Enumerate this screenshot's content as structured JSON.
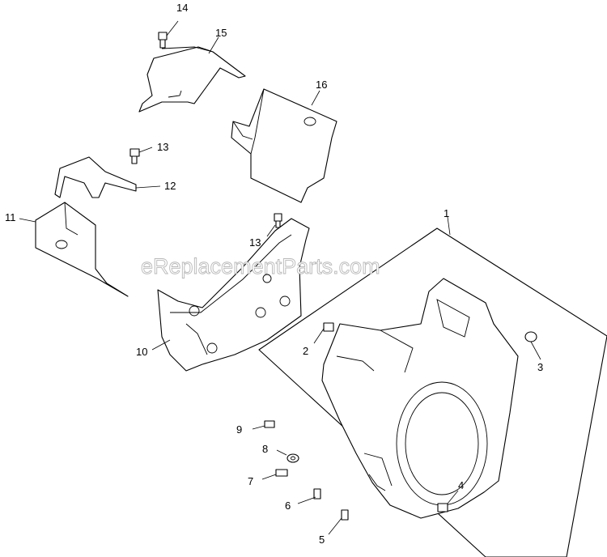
{
  "watermark": "eReplacementParts.com",
  "callouts": {
    "c1": "1",
    "c2": "2",
    "c3": "3",
    "c4": "4",
    "c5": "5",
    "c6": "6",
    "c7": "7",
    "c8": "8",
    "c9": "9",
    "c10": "10",
    "c11": "11",
    "c12": "12",
    "c13a": "13",
    "c13b": "13",
    "c14": "14",
    "c15": "15",
    "c16": "16"
  },
  "colors": {
    "line": "#000000",
    "background": "#ffffff",
    "watermark_outline": "#b8b8b8"
  }
}
